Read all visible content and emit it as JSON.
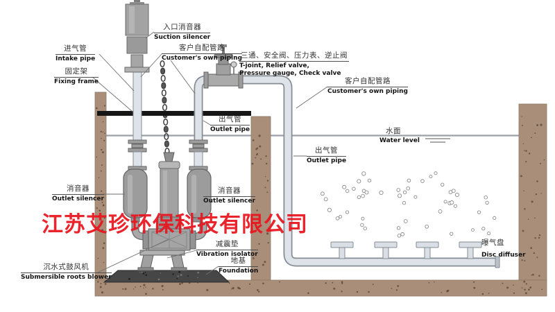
{
  "watermark": {
    "text": "江苏艾珍环保科技有限公司"
  },
  "labels": {
    "suction_silencer": {
      "cn": "入口消音器",
      "en": "Suction silencer"
    },
    "intake_pipe": {
      "cn": "进气管",
      "en": "Intake pipe"
    },
    "fixing_frame": {
      "cn": "固定架",
      "en": "Fixing frame"
    },
    "customer_piping_top": {
      "cn": "客户自配管路",
      "en": "Customer's own piping"
    },
    "fittings": {
      "cn": "三通、安全阀、压力表、逆止阀",
      "en_line1": "T-joint,  Relief valve,",
      "en_line2": "Pressure gauge,  Check valve"
    },
    "customer_piping_right": {
      "cn": "客户自配管路",
      "en": "Customer's own piping"
    },
    "outlet_pipe_upper": {
      "cn": "出气管",
      "en": "Outlet pipe"
    },
    "water_level": {
      "cn": "水面",
      "en": "Water level"
    },
    "outlet_pipe_lower": {
      "cn": "出气管",
      "en": "Outlet pipe"
    },
    "outlet_silencer_left": {
      "cn": "消音器",
      "en": "Outlet silencer"
    },
    "outlet_silencer_right": {
      "cn": "消音器",
      "en": "Outlet silencer"
    },
    "vibration_isolator": {
      "cn": "减震垫",
      "en": "Vibration isolator"
    },
    "foundation": {
      "cn": "地基",
      "en": "Foundation"
    },
    "submersible_blower": {
      "cn": "沉水式鼓风机",
      "en": "Submersible roots blower"
    },
    "disc_diffuser": {
      "cn": "曝气盘",
      "en": "Disc diffuser"
    }
  },
  "colors": {
    "watermark_red": "#e9141d",
    "wall_brown": "#a98f7a",
    "pipe_fill": "#dde3e9",
    "pipe_edge": "#848c94",
    "water_line": "#9aa1a8",
    "machine_gray": "#a2a2a2",
    "foundation_dark": "#464646",
    "fixing_bar": "#161616"
  }
}
